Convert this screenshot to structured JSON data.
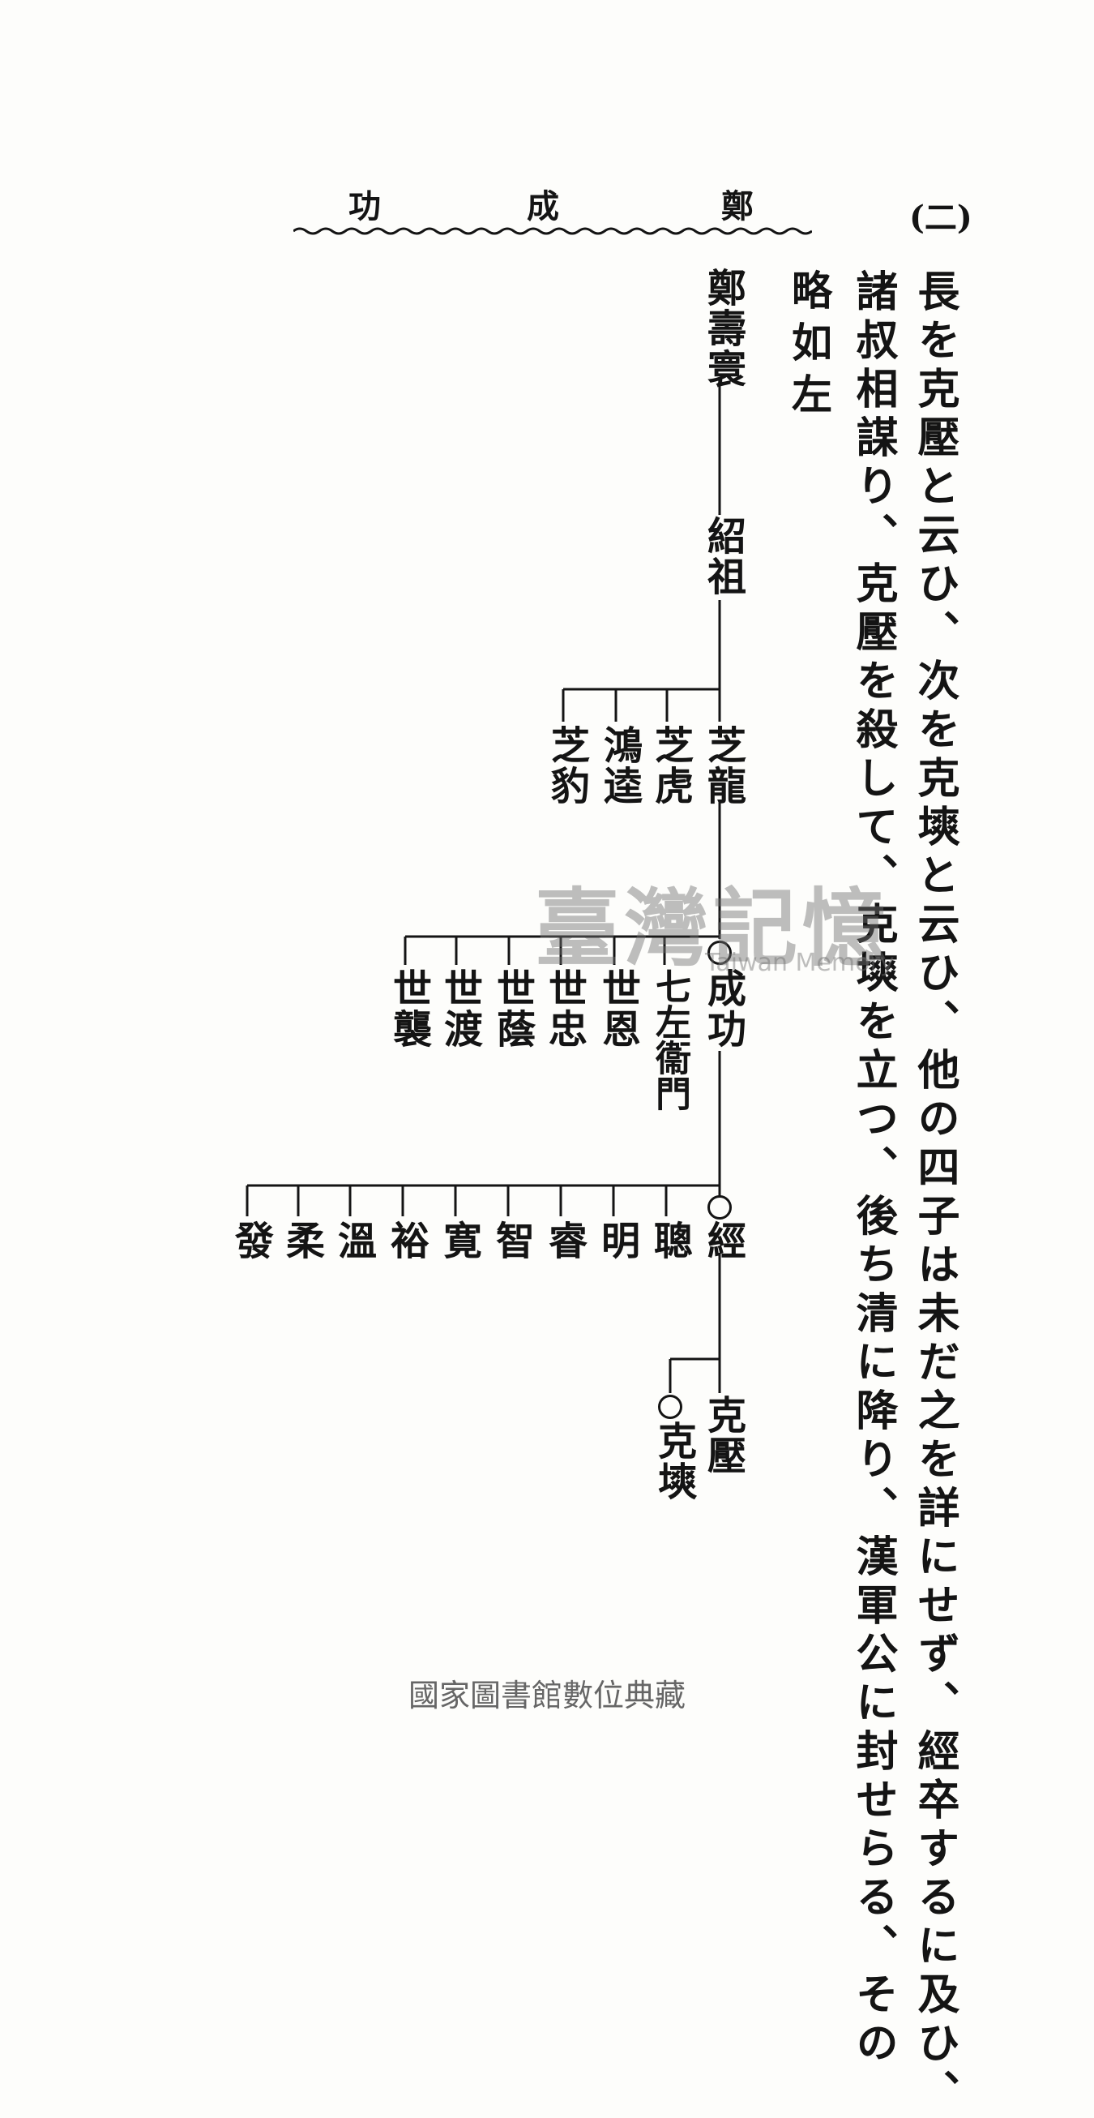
{
  "header": {
    "page_number": "(二)",
    "running_title": [
      "鄭",
      "成",
      "功"
    ]
  },
  "text_columns": [
    "長を克壓と云ひ、次を克塽と云ひ、他の四子は未だ之を詳にせず、經卒するに及ひ、",
    "諸叔相謀り、克壓を殺して、克塽を立つ、後ち清に降り、漢軍公に封せらる、その",
    "略如左"
  ],
  "genealogy": {
    "gen1": "鄭壽寰",
    "gen2": "紹祖",
    "gen3": [
      "芝龍",
      "芝虎",
      "鴻逵",
      "芝豹"
    ],
    "gen4_main": "成功",
    "gen4_siblings": [
      "七左衞門",
      "世恩",
      "世忠",
      "世蔭",
      "世渡",
      "世襲"
    ],
    "gen5_main": "經",
    "gen5_siblings": [
      "聰",
      "明",
      "睿",
      "智",
      "寛",
      "裕",
      "溫",
      "柔",
      "發"
    ],
    "gen6": [
      "克壓",
      "克塽"
    ]
  },
  "watermark": {
    "main": "臺灣記憶",
    "sub": "Taiwan Memory"
  },
  "footer": "國家圖書館數位典藏"
}
